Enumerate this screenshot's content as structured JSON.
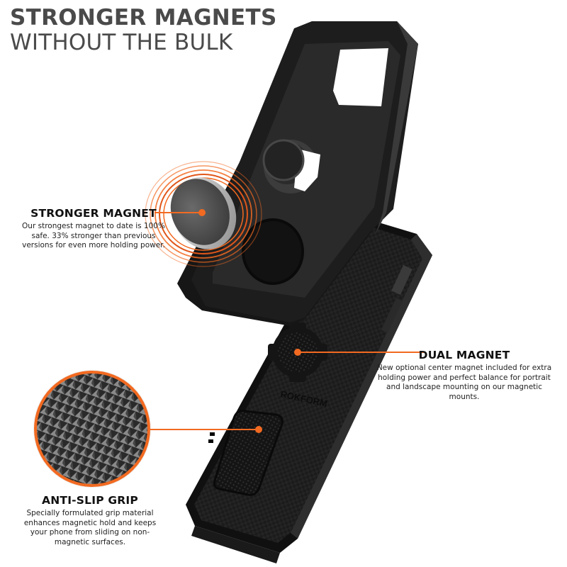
{
  "headline": {
    "line1": "STRONGER MAGNETS",
    "line2": "WITHOUT THE BULK"
  },
  "colors": {
    "accent": "#f26a21",
    "headline": "#4a4a4a",
    "case": "#1c1c1c",
    "background": "#ffffff"
  },
  "product": {
    "brand_mark": "ROKFORM"
  },
  "callouts": [
    {
      "title": "STRONGER MAGNET",
      "description": "Our strongest magnet to date is 100% safe. 33% stronger than previous versions for even more holding power."
    },
    {
      "title": "DUAL MAGNET",
      "description": "New optional center magnet included for extra holding power and perfect balance for portrait and landscape mounting on our magnetic mounts."
    },
    {
      "title": "ANTI-SLIP GRIP",
      "description": "Specially formulated grip material enhances magnetic hold and keeps your phone from sliding on non-magnetic surfaces."
    }
  ]
}
